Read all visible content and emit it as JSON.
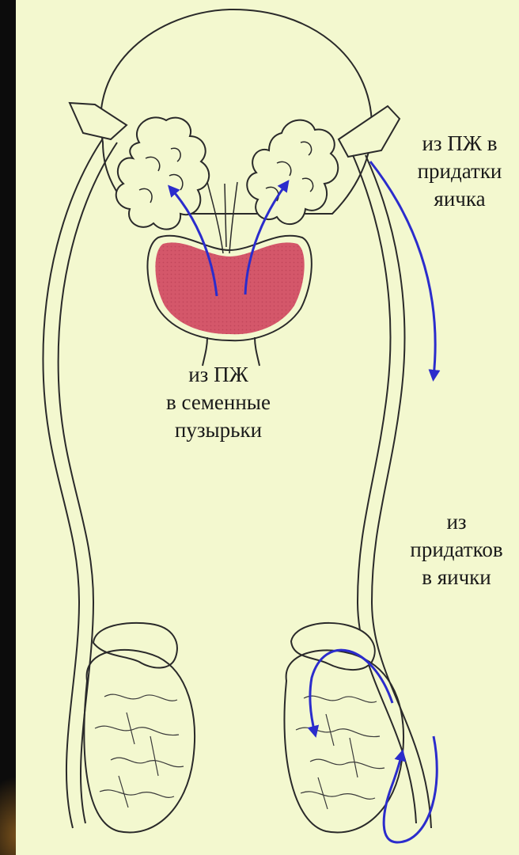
{
  "diagram": {
    "colors": {
      "background": "#f3f8cf",
      "outline": "#2a2a2a",
      "prostate": "#d4576a",
      "arrow": "#2b2ccc",
      "veins": "#3a3a3a"
    },
    "labels": {
      "seminal": [
        "из ПЖ",
        "в семенные",
        "пузырьки"
      ],
      "epididymis": [
        "из ПЖ в",
        "придатки",
        "яичка"
      ],
      "testes": [
        "из",
        "придатков",
        "в яички"
      ]
    }
  }
}
